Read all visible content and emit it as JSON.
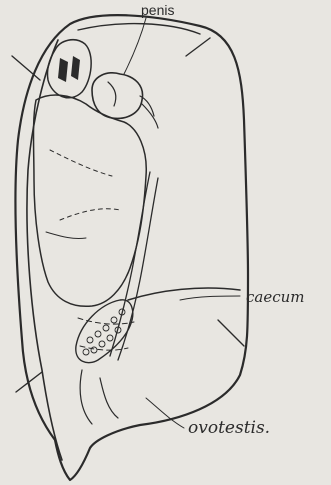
{
  "labels": {
    "penis": "penis",
    "caecum": "caecum",
    "ovotestis": "ovotestis."
  },
  "colors": {
    "ink": "#2b2b2b",
    "paper": "#e8e6e1"
  }
}
